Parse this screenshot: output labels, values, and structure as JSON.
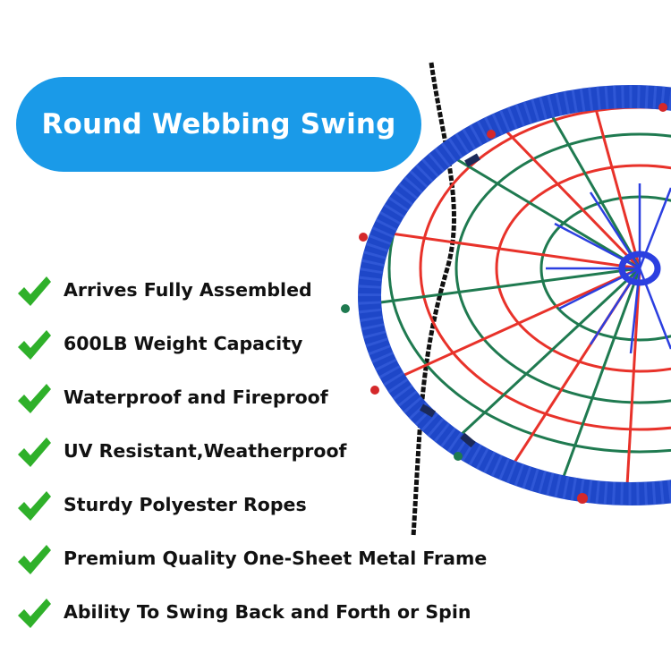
{
  "title": "Round Webbing Swing",
  "colors": {
    "pill": "#1a9ae8",
    "check": "#2fb02a",
    "frame": "#1e47c8",
    "net_red": "#e8322a",
    "net_green": "#1f7a50",
    "net_blue": "#2b3fe0"
  },
  "features": [
    "Arrives Fully Assembled",
    "600LB Weight Capacity",
    "Waterproof and Fireproof",
    "UV Resistant,Weatherproof",
    "Sturdy Polyester Ropes",
    "Premium Quality One-Sheet Metal Frame",
    "Ability To Swing Back and Forth or Spin"
  ],
  "icons": {
    "check": "checkmark-icon",
    "product": "round-webbing-swing-image"
  }
}
